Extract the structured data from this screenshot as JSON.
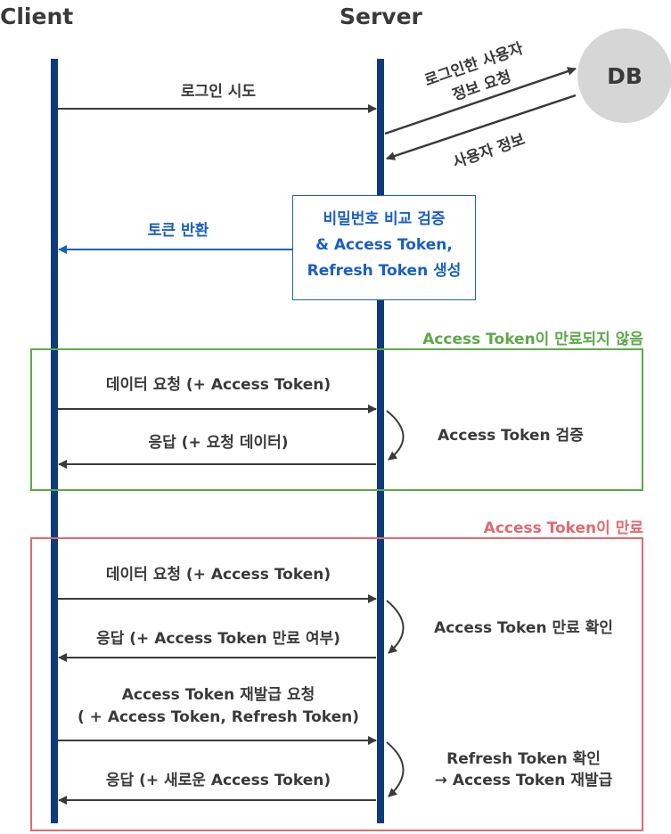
{
  "participants": {
    "client": "Client",
    "server": "Server",
    "db": "DB"
  },
  "messages": {
    "login": "로그인 시도",
    "db_request_line1": "로그인한 사용자",
    "db_request_line2": "정보 요청",
    "db_response": "사용자 정보",
    "token_return": "토큰 반환",
    "verify_box_line1": "비밀번호 비교 검증",
    "verify_box_line2": "& Access Token,",
    "verify_box_line3": "Refresh Token 생성"
  },
  "valid_section": {
    "title": "Access Token이 만료되지 않음",
    "request": "데이터 요청 (+ Access Token)",
    "response": "응답 (+ 요청 데이터)",
    "note": "Access Token 검증"
  },
  "expired_section": {
    "title": "Access Token이 만료",
    "request": "데이터 요청 (+ Access Token)",
    "response": "응답 (+ Access Token 만료 여부)",
    "note": "Access Token 만료 확인",
    "reissue_request_line1": "Access Token 재발급 요청",
    "reissue_request_line2": "( + Access Token, Refresh Token)",
    "reissue_response": "응답 (+ 새로운 Access Token)",
    "reissue_note_line1": "Refresh Token 확인",
    "reissue_note_line2": "→ Access Token 재발급"
  },
  "colors": {
    "lifeline": "#0f3b7e",
    "arrow": "#3a3a3a",
    "token": "#1a5fc4",
    "valid": "#5fa84a",
    "expired": "#e06a70",
    "db": "#d6d6d6"
  }
}
